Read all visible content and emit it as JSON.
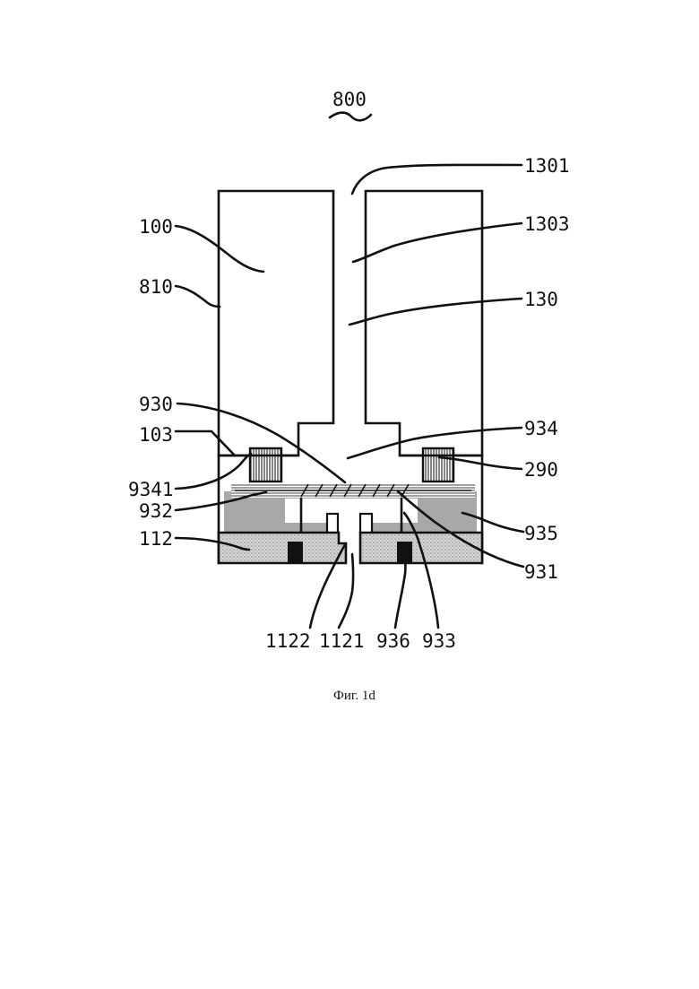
{
  "figure": {
    "assembly_number": "800",
    "caption": "Фиг. 1d",
    "labels": {
      "l1301": "1301",
      "l1303": "1303",
      "l130": "130",
      "l100": "100",
      "l810": "810",
      "l930": "930",
      "l934": "934",
      "l103": "103",
      "l290": "290",
      "l9341": "9341",
      "l932": "932",
      "l935": "935",
      "l112": "112",
      "l931": "931",
      "l1122": "1122",
      "l1121": "1121",
      "l936": "936",
      "l933": "933"
    }
  },
  "colors": {
    "ink": "#111111",
    "grey_fill": "#a9a9a9",
    "dotted_fill": "#d2d2d2"
  }
}
